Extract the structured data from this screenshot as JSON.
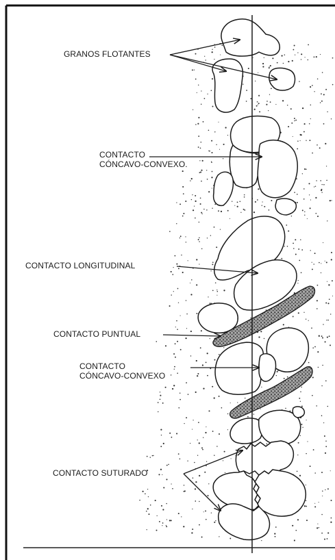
{
  "labels": {
    "granos_flotantes": "GRANOS FLOTANTES",
    "concavo_convexo_1_line1": "CONTACTO",
    "concavo_convexo_1_line2": "CÓNCAVO-CONVEXO.",
    "longitudinal": "CONTACTO LONGITUDINAL",
    "puntual": "CONTACTO PUNTUAL",
    "concavo_convexo_2_line1": "CONTACTO",
    "concavo_convexo_2_line2": "CÓNCAVO-CONVEXO",
    "suturado": "CONTACTO SUTURADO"
  },
  "colors": {
    "ink": "#1a1a1a",
    "frame": "#111111",
    "background": "#ffffff"
  }
}
